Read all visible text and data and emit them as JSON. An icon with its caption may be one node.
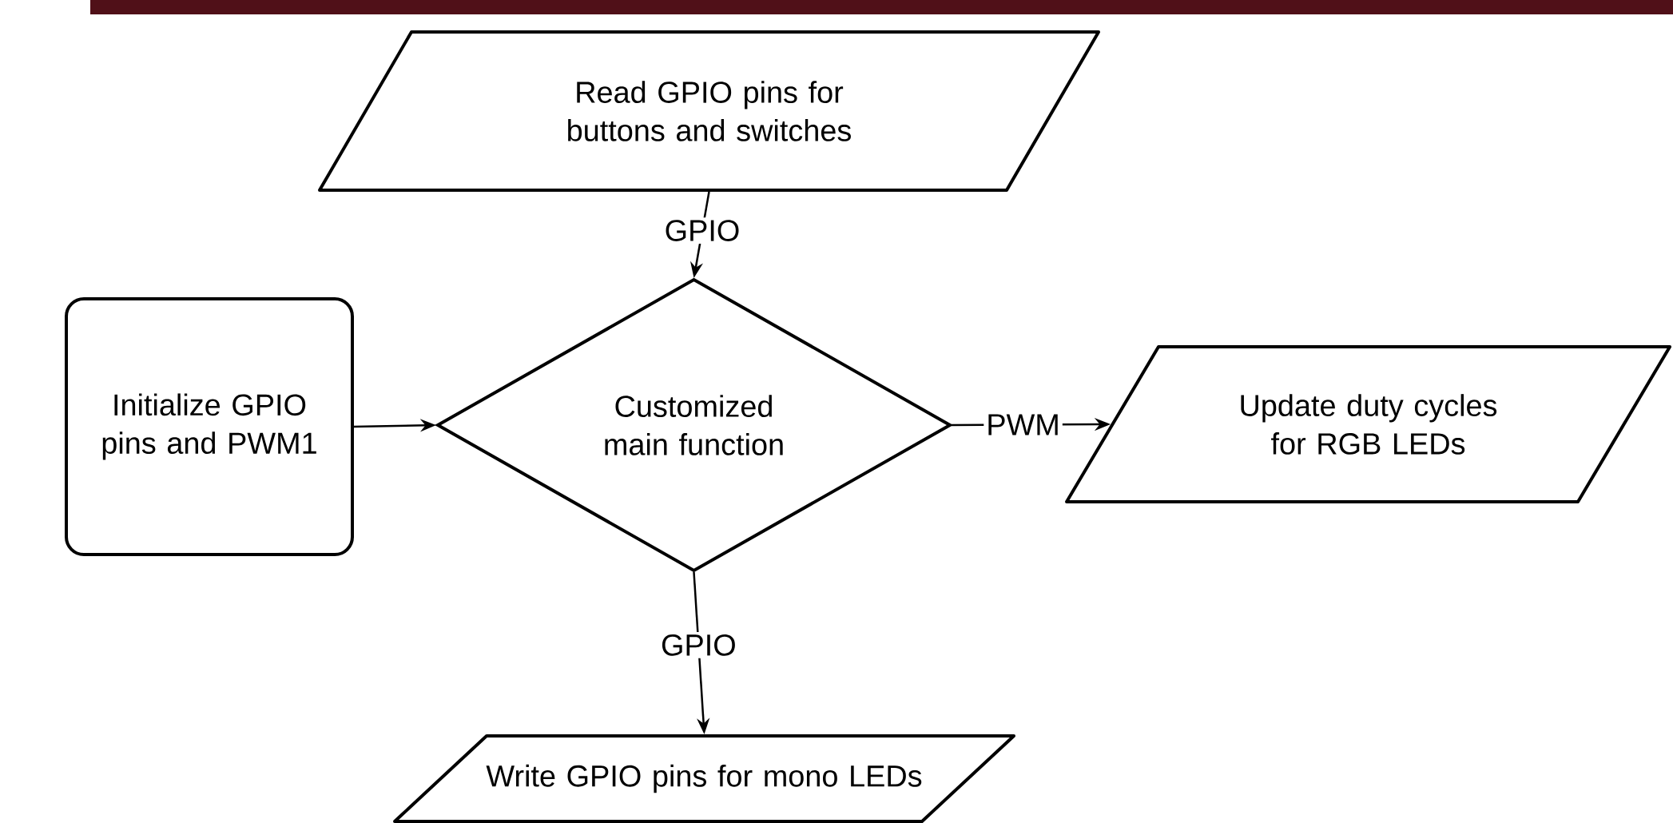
{
  "diagram": {
    "nodes": [
      {
        "text": [
          "Read GPIO pins for buttons and switches"
        ]
      },
      {
        "text": [
          "Initialize GPIO pins and PWM1"
        ]
      },
      {
        "text": [
          "Customized main function"
        ]
      },
      {
        "text": [
          "Update duty cycles for RGB LEDs"
        ]
      },
      {
        "text": [
          "Write GPIO pins for mono LEDs"
        ]
      }
    ],
    "edges": [
      {
        "from": 0,
        "to": 2,
        "arrow": "to",
        "label": "GPIO"
      },
      {
        "from": 1,
        "to": 2,
        "arrow": "to"
      },
      {
        "from": 2,
        "to": 3,
        "arrow": "to",
        "label": "PWM"
      },
      {
        "from": 2,
        "to": 4,
        "arrow": "to",
        "label": "GPIO"
      }
    ]
  }
}
